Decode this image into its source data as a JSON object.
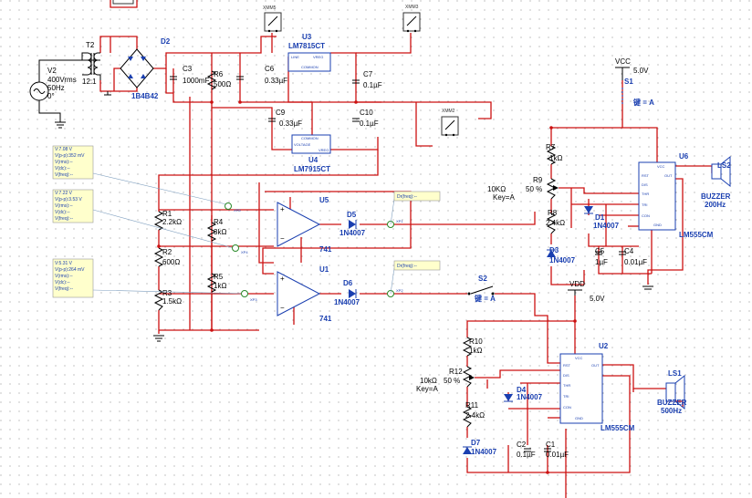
{
  "components": {
    "V2": {
      "ref": "V2",
      "l1": "400Vrms",
      "l2": "50Hz",
      "l3": "0°"
    },
    "T2": {
      "ref": "T2",
      "ratio": "12:1"
    },
    "D2": {
      "ref": "D2",
      "part": "1B4B42"
    },
    "C3": {
      "ref": "C3",
      "value": "1000mF"
    },
    "R6": {
      "ref": "R6",
      "value": "500Ω"
    },
    "C6": {
      "ref": "C6",
      "value": "0.33µF"
    },
    "U3": {
      "ref": "U3",
      "part": "LM7815CT",
      "p1": "LINE",
      "p2": "VREG",
      "p3": "COMMON"
    },
    "C7": {
      "ref": "C7",
      "value": "0.1µF"
    },
    "C9": {
      "ref": "C9",
      "value": "0.33µF"
    },
    "C10": {
      "ref": "C10",
      "value": "0.1µF"
    },
    "U4": {
      "ref": "U4",
      "part": "LM7915CT",
      "p1": "COMMON",
      "p2": "VOLTAGE",
      "p3": "VREG"
    },
    "XMM5": {
      "ref": "XMM5"
    },
    "XMM3": {
      "ref": "XMM3"
    },
    "XMM2": {
      "ref": "XMM2"
    },
    "R1": {
      "ref": "R1",
      "value": "2.2kΩ"
    },
    "R2": {
      "ref": "R2",
      "value": "600Ω"
    },
    "R3": {
      "ref": "R3",
      "value": "1.5kΩ"
    },
    "R4": {
      "ref": "R4",
      "value": "3kΩ"
    },
    "R5": {
      "ref": "R5",
      "value": "1kΩ"
    },
    "U5": {
      "ref": "U5",
      "part": "741"
    },
    "U1": {
      "ref": "U1",
      "part": "741"
    },
    "D5": {
      "ref": "D5",
      "part": "1N4007"
    },
    "D6": {
      "ref": "D6",
      "part": "1N4007"
    },
    "S2": {
      "ref": "S2",
      "key": "键 = A"
    },
    "S1": {
      "ref": "S1",
      "key": "键 = A"
    },
    "VCC": {
      "name": "VCC",
      "value": "5.0V"
    },
    "VDD": {
      "name": "VDD",
      "value": "5.0V"
    },
    "R7": {
      "ref": "R7",
      "value": "1kΩ"
    },
    "R9": {
      "ref": "R9",
      "value": "10KΩ",
      "key": "Key=A",
      "pct": "50 %"
    },
    "R8": {
      "ref": "R8",
      "value": "2.4kΩ"
    },
    "D1": {
      "ref": "D1",
      "part": "1N4007"
    },
    "D3": {
      "ref": "D3",
      "part": "1N4007"
    },
    "C5": {
      "ref": "C5",
      "value": "1µF"
    },
    "C4": {
      "ref": "C4",
      "value": "0.01µF"
    },
    "U6": {
      "ref": "U6",
      "part": "LM555CM"
    },
    "LS2": {
      "ref": "LS2",
      "l1": "BUZZER",
      "l2": "200Hz"
    },
    "R10": {
      "ref": "R10",
      "value": "1kΩ"
    },
    "R12": {
      "ref": "R12",
      "value": "10kΩ",
      "key": "Key=A",
      "pct": "50 %"
    },
    "R11": {
      "ref": "R11",
      "value": "2.4kΩ"
    },
    "D4": {
      "ref": "D4",
      "part": "1N4007"
    },
    "D7": {
      "ref": "D7",
      "part": "1N4007"
    },
    "C2": {
      "ref": "C2",
      "value": "0.1µF"
    },
    "C1": {
      "ref": "C1",
      "value": "0.01µF"
    },
    "U2": {
      "ref": "U2",
      "part": "LM555CM"
    },
    "LS1": {
      "ref": "LS1",
      "l1": "BUZZER",
      "l2": "500Hz"
    }
  },
  "ic555_pins": {
    "l1": "RST",
    "l2": "DIS",
    "l3": "THR",
    "l4": "TRI",
    "l5": "CON",
    "r1": "VCC",
    "r2": "OUT",
    "b1": "GND"
  },
  "probes": [
    {
      "lines": [
        "V:7.08 V",
        "V(p-p):352 mV",
        "V(rms):--",
        "V(dc):--",
        "V(freq):--"
      ]
    },
    {
      "lines": [
        "V:7.22 V",
        "V(p-p):3.53 V",
        "V(rms):--",
        "V(dc):--",
        "V(freq):--"
      ]
    },
    {
      "lines": [
        "V:5.31 V",
        "V(p-p):264 mV",
        "V(rms):--",
        "V(dc):--",
        "V(freq):--"
      ]
    }
  ],
  "small_probes": [
    {
      "text": "Dr(freq):--"
    },
    {
      "text": "Dr(freq):--"
    }
  ],
  "probe_tags": [
    "XP5",
    "XP4",
    "XP3",
    "XP1",
    "XP2"
  ]
}
